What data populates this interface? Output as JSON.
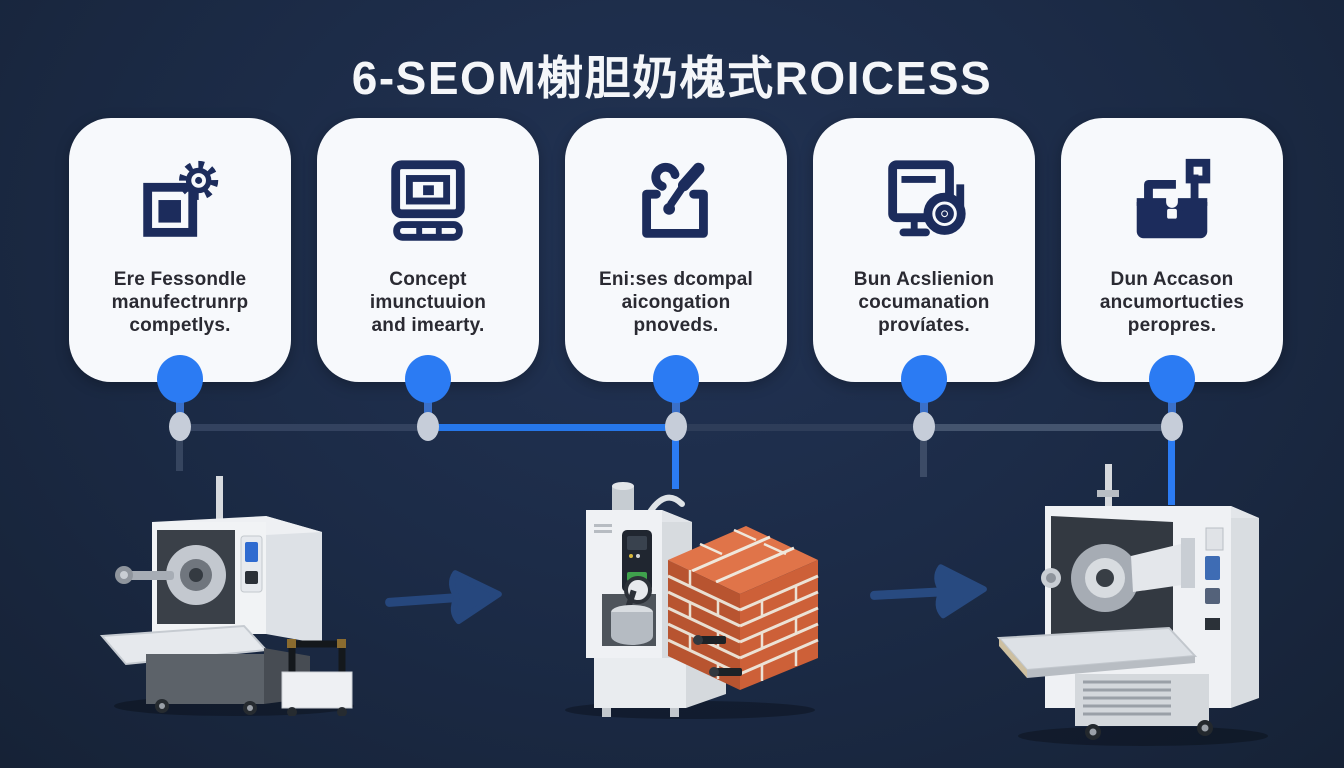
{
  "title": "6-SEOM榭胆奶槐式ROICESS",
  "steps": [
    {
      "icon": "document-gear-icon",
      "label": "Ere Fessondle\nmanufectrunrp\ncompetlys."
    },
    {
      "icon": "monitor-keyboard-icon",
      "label": "Concept\nimunctuuion\nand imearty."
    },
    {
      "icon": "box-screwdriver-icon",
      "label": "Eni:ses dcompal\naicongation\npnoveds."
    },
    {
      "icon": "monitor-disc-icon",
      "label": "Bun Acslienion\ncocumanation\nprovíates."
    },
    {
      "icon": "toolbox-flag-icon",
      "label": "Dun Accason\nancumortucties\nperopres."
    }
  ],
  "timeline": {
    "node_color": "#2b7bf3",
    "junction_color": "#c6cdd9",
    "segment_colors": [
      "#33425f",
      "#2677ea",
      "#2e3d59",
      "#44546e"
    ]
  },
  "machines": [
    {
      "name": "edge-polishing-machine-photo"
    },
    {
      "name": "mixing-machine-with-brick-cube-photo"
    },
    {
      "name": "pressing-machine-photo"
    }
  ],
  "colors": {
    "background": "#1b2a45",
    "card": "#f7f9fc",
    "icon_navy": "#1c2c5c",
    "accent_blue": "#2b7bf3",
    "arrow": "#26477d",
    "title_text": "#f4f6f9",
    "card_text": "#2a2a32",
    "brick": "#cd6038"
  }
}
